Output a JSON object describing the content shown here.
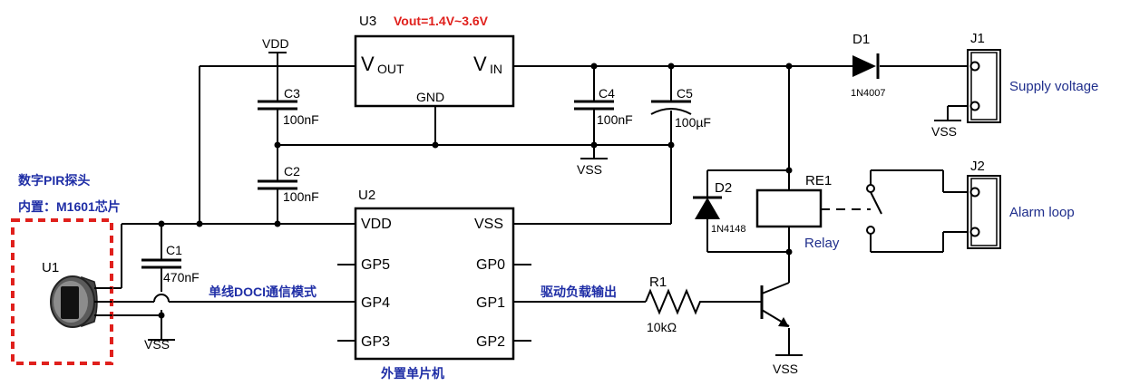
{
  "u3": {
    "ref": "U3",
    "vout_note": "Vout=1.4V~3.6V",
    "vout_main": "V",
    "vout_sub": "OUT",
    "vin_main": "V",
    "vin_sub": "IN",
    "gnd": "GND"
  },
  "rails": {
    "vdd": "VDD",
    "vss": "VSS"
  },
  "caps": {
    "c1": {
      "ref": "C1",
      "value": "470nF"
    },
    "c2": {
      "ref": "C2",
      "value": "100nF"
    },
    "c3": {
      "ref": "C3",
      "value": "100nF"
    },
    "c4": {
      "ref": "C4",
      "value": "100nF"
    },
    "c5": {
      "ref": "C5",
      "value": "100µF"
    }
  },
  "u2": {
    "ref": "U2",
    "caption": "外置单片机",
    "pins": {
      "vdd": "VDD",
      "gp5": "GP5",
      "gp4": "GP4",
      "gp3": "GP3",
      "vss": "VSS",
      "gp0": "GP0",
      "gp1": "GP1",
      "gp2": "GP2"
    }
  },
  "u1": {
    "ref": "U1",
    "label_line1": "数字PIR探头",
    "label_line2": "内置：M1601芯片"
  },
  "signals": {
    "doci": "单线DOCI通信模式",
    "drive": "驱动负载输出"
  },
  "r1": {
    "ref": "R1",
    "value": "10kΩ"
  },
  "d1": {
    "ref": "D1",
    "part": "1N4007"
  },
  "d2": {
    "ref": "D2",
    "part": "1N4148"
  },
  "re1": {
    "ref": "RE1",
    "caption": "Relay"
  },
  "j1": {
    "ref": "J1",
    "caption": "Supply voltage"
  },
  "j2": {
    "ref": "J2",
    "caption": "Alarm loop"
  },
  "colors": {
    "blue_text": "#1f2ea6",
    "red_text": "#e0201c",
    "dashed_box": "#e0201c"
  }
}
